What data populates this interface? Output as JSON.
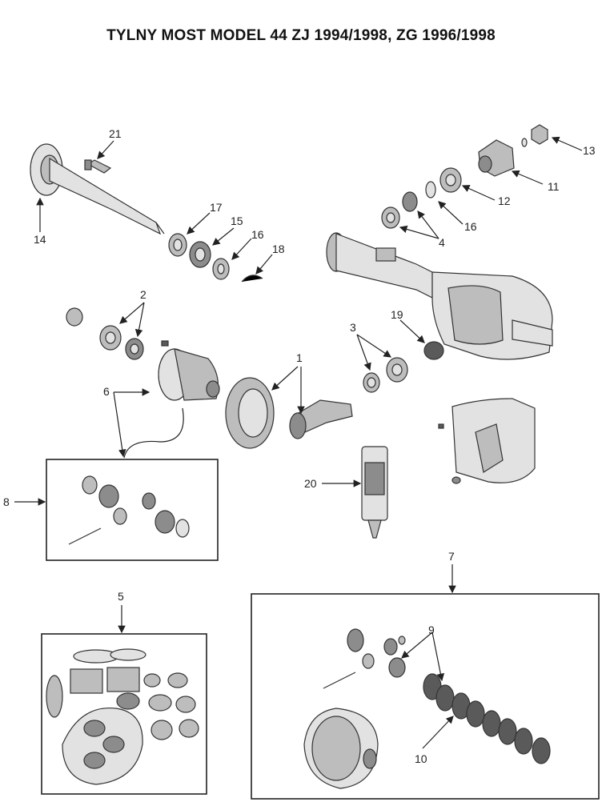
{
  "title": "TYLNY MOST MODEL 44 ZJ 1994/1998, ZG 1996/1998",
  "callouts": [
    "1",
    "2",
    "3",
    "4",
    "5",
    "6",
    "7",
    "8",
    "9",
    "10",
    "11",
    "12",
    "13",
    "14",
    "15",
    "16",
    "16",
    "17",
    "18",
    "19",
    "20",
    "21"
  ],
  "colors": {
    "line": "#222222",
    "part_light": "#e2e2e2",
    "part_mid": "#bdbdbd",
    "part_dark": "#5a5a5a"
  }
}
